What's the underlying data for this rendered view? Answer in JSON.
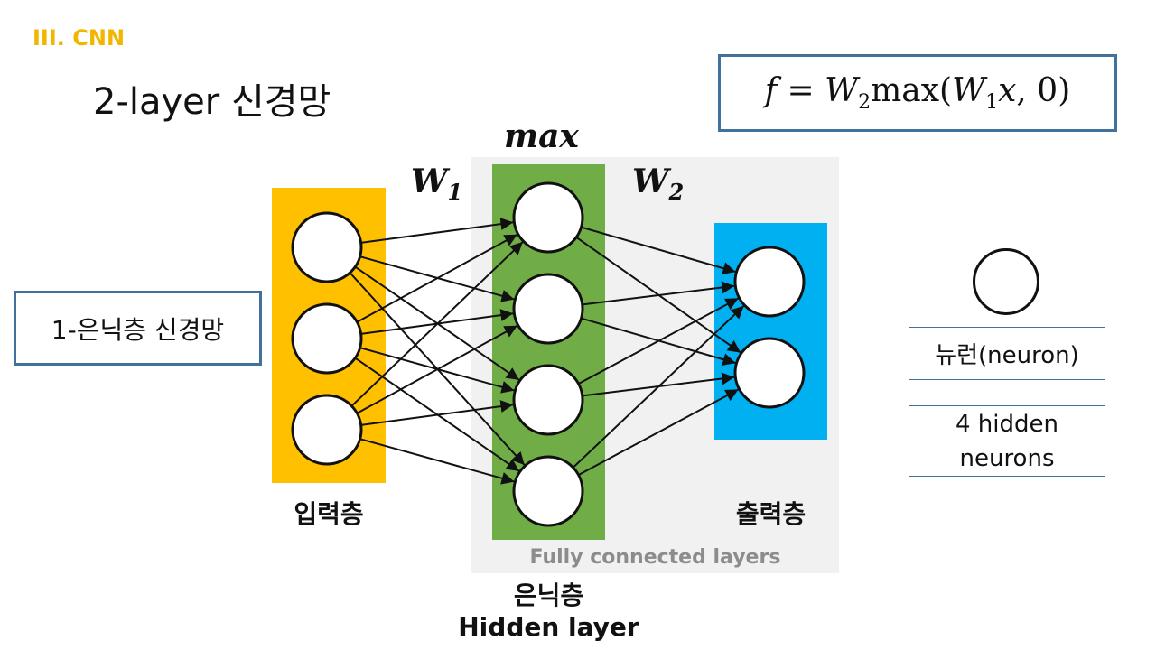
{
  "header": {
    "section": "III. CNN",
    "title": "2-layer 신경망"
  },
  "formula": {
    "f": "f",
    "eq": " = ",
    "w": "W",
    "w2_sub": "2",
    "max_open": "max(",
    "w1_sub": "1",
    "x": "x",
    "tail": ", 0)"
  },
  "callout": {
    "label": "1-은닉층 신경망"
  },
  "network": {
    "max_label": "max",
    "w1_label": "W",
    "w1_sub": "1",
    "w2_label": "W",
    "w2_sub": "2",
    "input_layer_label": "입력층",
    "output_layer_label": "출력층",
    "hidden_layer_label_ko": "은닉층",
    "hidden_layer_label_en": "Hidden layer",
    "fc_label": "Fully connected layers",
    "input_neurons": 3,
    "hidden_neurons": 4,
    "output_neurons": 2
  },
  "legend": {
    "neuron_label": "뉴런(neuron)",
    "hidden_line1": "4 hidden",
    "hidden_line2": "neurons"
  },
  "colors": {
    "input": "#FFC000",
    "hidden": "#70AD47",
    "output": "#00B0F0",
    "section": "#F2B600",
    "box_border": "#41719C"
  }
}
